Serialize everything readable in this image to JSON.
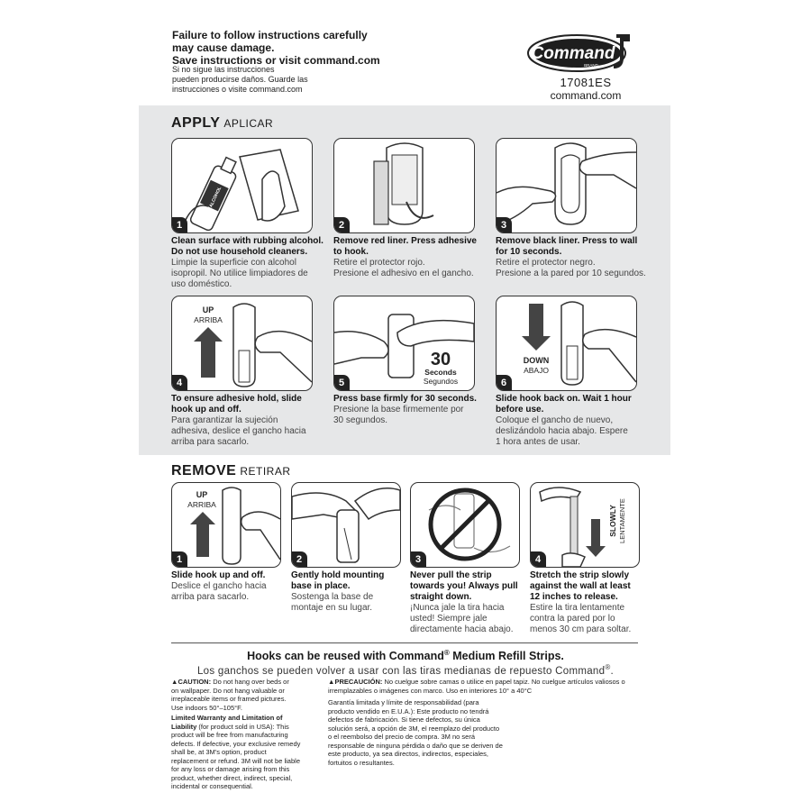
{
  "header": {
    "warning_en_1": "Failure to follow instructions carefully",
    "warning_en_2": "may cause damage.",
    "warning_en_3": "Save instructions or visit command.com",
    "warning_es_1": "Si no sigue las instrucciones",
    "warning_es_2": "pueden producirse daños. Guarde las",
    "warning_es_3": "instrucciones o visite command.com",
    "brand": "Command",
    "brand_sub": "BRAND",
    "product_code": "17081ES",
    "website": "command.com"
  },
  "apply": {
    "title": "APPLY",
    "title_es": "APLICAR",
    "steps": [
      {
        "num": "1",
        "en_1": "Clean surface with rubbing alcohol.",
        "en_2": "Do not use household cleaners.",
        "es_1": "Limpie la superficie con alcohol",
        "es_2": "isopropil. No utilice limpiadores de",
        "es_3": "uso doméstico.",
        "bottle_label": "ALCOHOL"
      },
      {
        "num": "2",
        "en_1": "Remove red liner. Press adhesive",
        "en_2": "to hook.",
        "es_1": "Retire el protector rojo.",
        "es_2": "Presione el adhesivo en el gancho.",
        "es_3": ""
      },
      {
        "num": "3",
        "en_1": "Remove black liner. Press to wall",
        "en_2": "for 10 seconds.",
        "es_1": "Retire el protector negro.",
        "es_2": "Presione a la pared por 10 segundos.",
        "es_3": ""
      },
      {
        "num": "4",
        "en_1": "To ensure adhesive hold, slide",
        "en_2": "hook up and off.",
        "es_1": "Para garantizar la sujeción",
        "es_2": "adhesiva, deslice el gancho hacia",
        "es_3": "arriba para sacarlo.",
        "label_1": "UP",
        "label_2": "ARRIBA"
      },
      {
        "num": "5",
        "en_1": "Press base firmly for 30 seconds.",
        "en_2": "",
        "es_1": "Presione la base firmemente por",
        "es_2": "30 segundos.",
        "es_3": "",
        "label_1": "30",
        "label_2": "Seconds",
        "label_3": "Segundos"
      },
      {
        "num": "6",
        "en_1": "Slide hook back on. Wait 1 hour",
        "en_2": "before use.",
        "es_1": "Coloque el gancho de nuevo,",
        "es_2": "deslizándolo hacia abajo. Espere",
        "es_3": "1 hora antes de usar.",
        "label_1": "DOWN",
        "label_2": "ABAJO"
      }
    ]
  },
  "remove": {
    "title": "REMOVE",
    "title_es": "RETIRAR",
    "steps": [
      {
        "num": "1",
        "en_1": "Slide hook up and off.",
        "en_2": "",
        "en_3": "",
        "es_1": "Deslice el gancho hacia",
        "es_2": "arriba para sacarlo.",
        "es_3": "",
        "label_1": "UP",
        "label_2": "ARRIBA"
      },
      {
        "num": "2",
        "en_1": "Gently hold mounting",
        "en_2": "base in place.",
        "en_3": "",
        "es_1": "Sostenga la base de",
        "es_2": "montaje en su lugar.",
        "es_3": ""
      },
      {
        "num": "3",
        "en_1": "Never pull the strip",
        "en_2": "towards you! Always pull",
        "en_3": "straight down.",
        "es_1": "¡Nunca jale la tira hacia",
        "es_2": "usted! Siempre jale",
        "es_3": "directamente hacia abajo."
      },
      {
        "num": "4",
        "en_1": "Stretch the strip slowly",
        "en_2": "against the wall at least",
        "en_3": "12 inches to release.",
        "es_1": "Estire la tira lentamente",
        "es_2": "contra la pared por lo",
        "es_3": "menos 30 cm para soltar.",
        "label_1": "SLOWLY",
        "label_2": "LENTAMENTE"
      }
    ]
  },
  "reuse": {
    "en_prefix": "Hooks can be reused with Command",
    "en_suffix": " Medium Refill Strips.",
    "es_prefix": "Los ganchos se pueden volver a usar con las tiras medianas de repuesto Command",
    "es_suffix": ".",
    "reg": "®"
  },
  "fine_print": {
    "caution_title": "CAUTION:",
    "caution_text_1": " Do not hang over beds or",
    "caution_text_2": "on wallpaper. Do not hang valuable or",
    "caution_text_3": "irreplaceable items or framed pictures.",
    "caution_text_4": "Use indoors 50°–105°F.",
    "warranty_title_1": "Limited Warranty and Limitation of",
    "warranty_title_2": "Liability",
    "warranty_text_1": " (for product sold in USA): This",
    "warranty_text_2": "product will be free from manufacturing",
    "warranty_text_3": "defects. If defective, your exclusive remedy",
    "warranty_text_4": "shall be, at 3M's option, product",
    "warranty_text_5": "replacement or refund. 3M will not be liable",
    "warranty_text_6": "for any loss or damage arising from this",
    "warranty_text_7": "product, whether direct, indirect, special,",
    "warranty_text_8": "incidental or consequential.",
    "precaucion_title": "PRECAUCIÓN:",
    "precaucion_text_1": " No cuelgue sobre camas o utilice en papel tapiz. No cuelgue artículos valiosos o",
    "precaucion_text_2": "irremplazables o imágenes con marco. Uso en interiores 10° a 40°C",
    "garantia_1": "Garantía limitada y límite de responsabilidad (para",
    "garantia_2": "producto vendido en E.U.A.): Este producto no tendrá",
    "garantia_3": "defectos de fabricación. Si tiene defectos, su única",
    "garantia_4": "solución será, a opción de 3M, el reemplazo del producto",
    "garantia_5": "o el reembolso del precio de compra. 3M no será",
    "garantia_6": "responsable de ninguna pérdida o daño que se deriven de",
    "garantia_7": "este producto, ya sea directos, indirectos, especiales,",
    "garantia_8": "fortuitos o resultantes."
  }
}
